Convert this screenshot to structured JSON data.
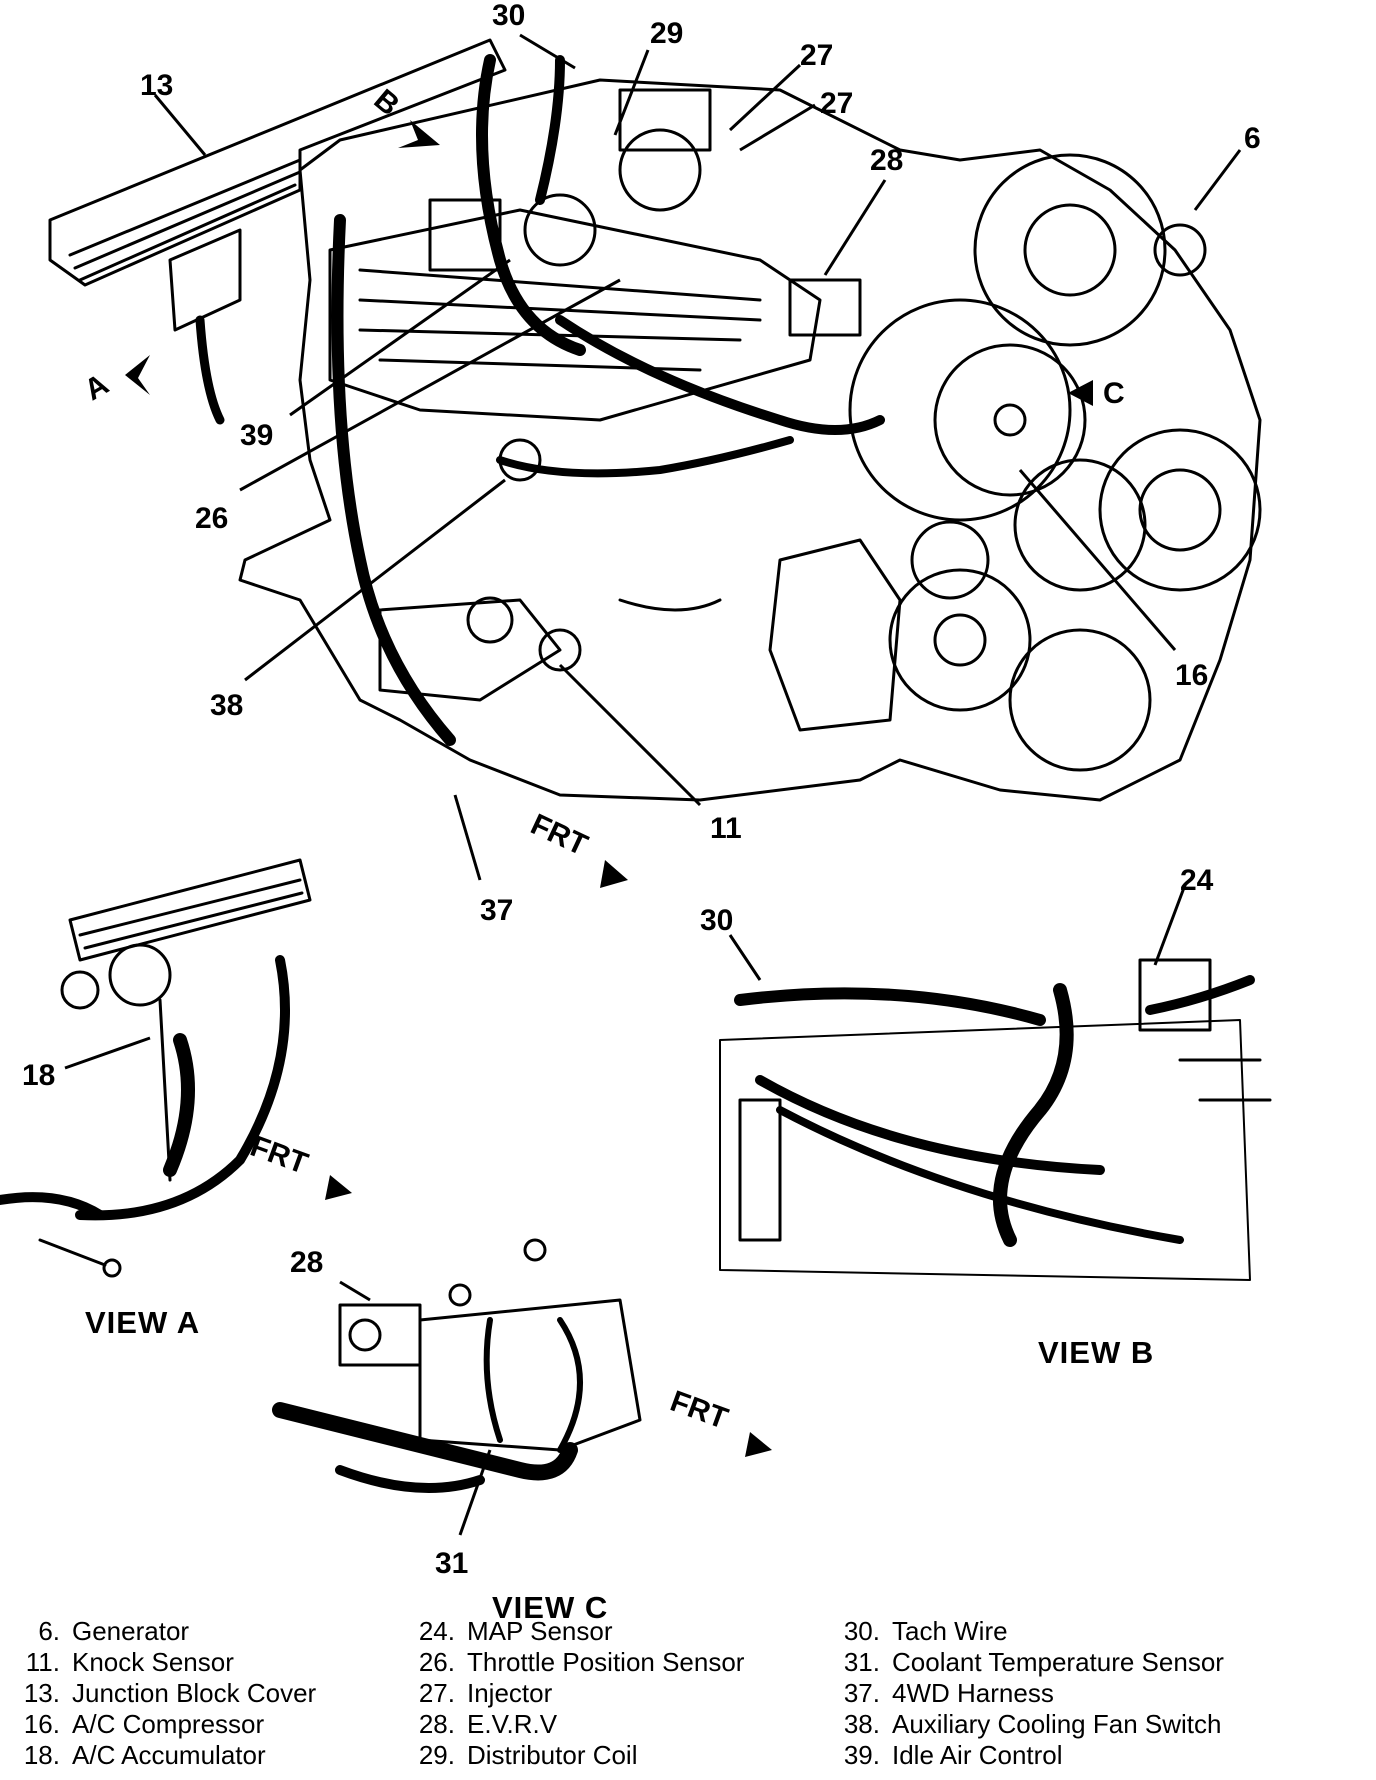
{
  "callouts": {
    "c30_top": "30",
    "c29": "29",
    "c27a": "27",
    "c27b": "27",
    "c28_top": "28",
    "c6": "6",
    "c13": "13",
    "c39": "39",
    "c26": "26",
    "c16": "16",
    "c38": "38",
    "c11": "11",
    "c37": "37",
    "c24": "24",
    "c30_b": "30",
    "c18": "18",
    "c28_c": "28",
    "c31": "31"
  },
  "view_arrows": {
    "a": "A",
    "b": "B",
    "c": "C"
  },
  "front_labels": {
    "main": "FRT",
    "view_a": "FRT",
    "view_c": "FRT"
  },
  "views": {
    "a": "VIEW A",
    "b": "VIEW B",
    "c": "VIEW C"
  },
  "legend": {
    "col1": [
      {
        "num": "6.",
        "label": "Generator"
      },
      {
        "num": "11.",
        "label": "Knock Sensor"
      },
      {
        "num": "13.",
        "label": "Junction Block Cover"
      },
      {
        "num": "16.",
        "label": "A/C Compressor"
      },
      {
        "num": "18.",
        "label": "A/C Accumulator"
      }
    ],
    "col2": [
      {
        "num": "24.",
        "label": "MAP Sensor"
      },
      {
        "num": "26.",
        "label": "Throttle Position Sensor"
      },
      {
        "num": "27.",
        "label": "Injector"
      },
      {
        "num": "28.",
        "label": "E.V.R.V"
      },
      {
        "num": "29.",
        "label": "Distributor Coil"
      }
    ],
    "col3": [
      {
        "num": "30.",
        "label": "Tach Wire"
      },
      {
        "num": "31.",
        "label": "Coolant Temperature Sensor"
      },
      {
        "num": "37.",
        "label": "4WD Harness"
      },
      {
        "num": "38.",
        "label": "Auxiliary Cooling Fan Switch"
      },
      {
        "num": "39.",
        "label": "Idle Air Control"
      }
    ]
  }
}
